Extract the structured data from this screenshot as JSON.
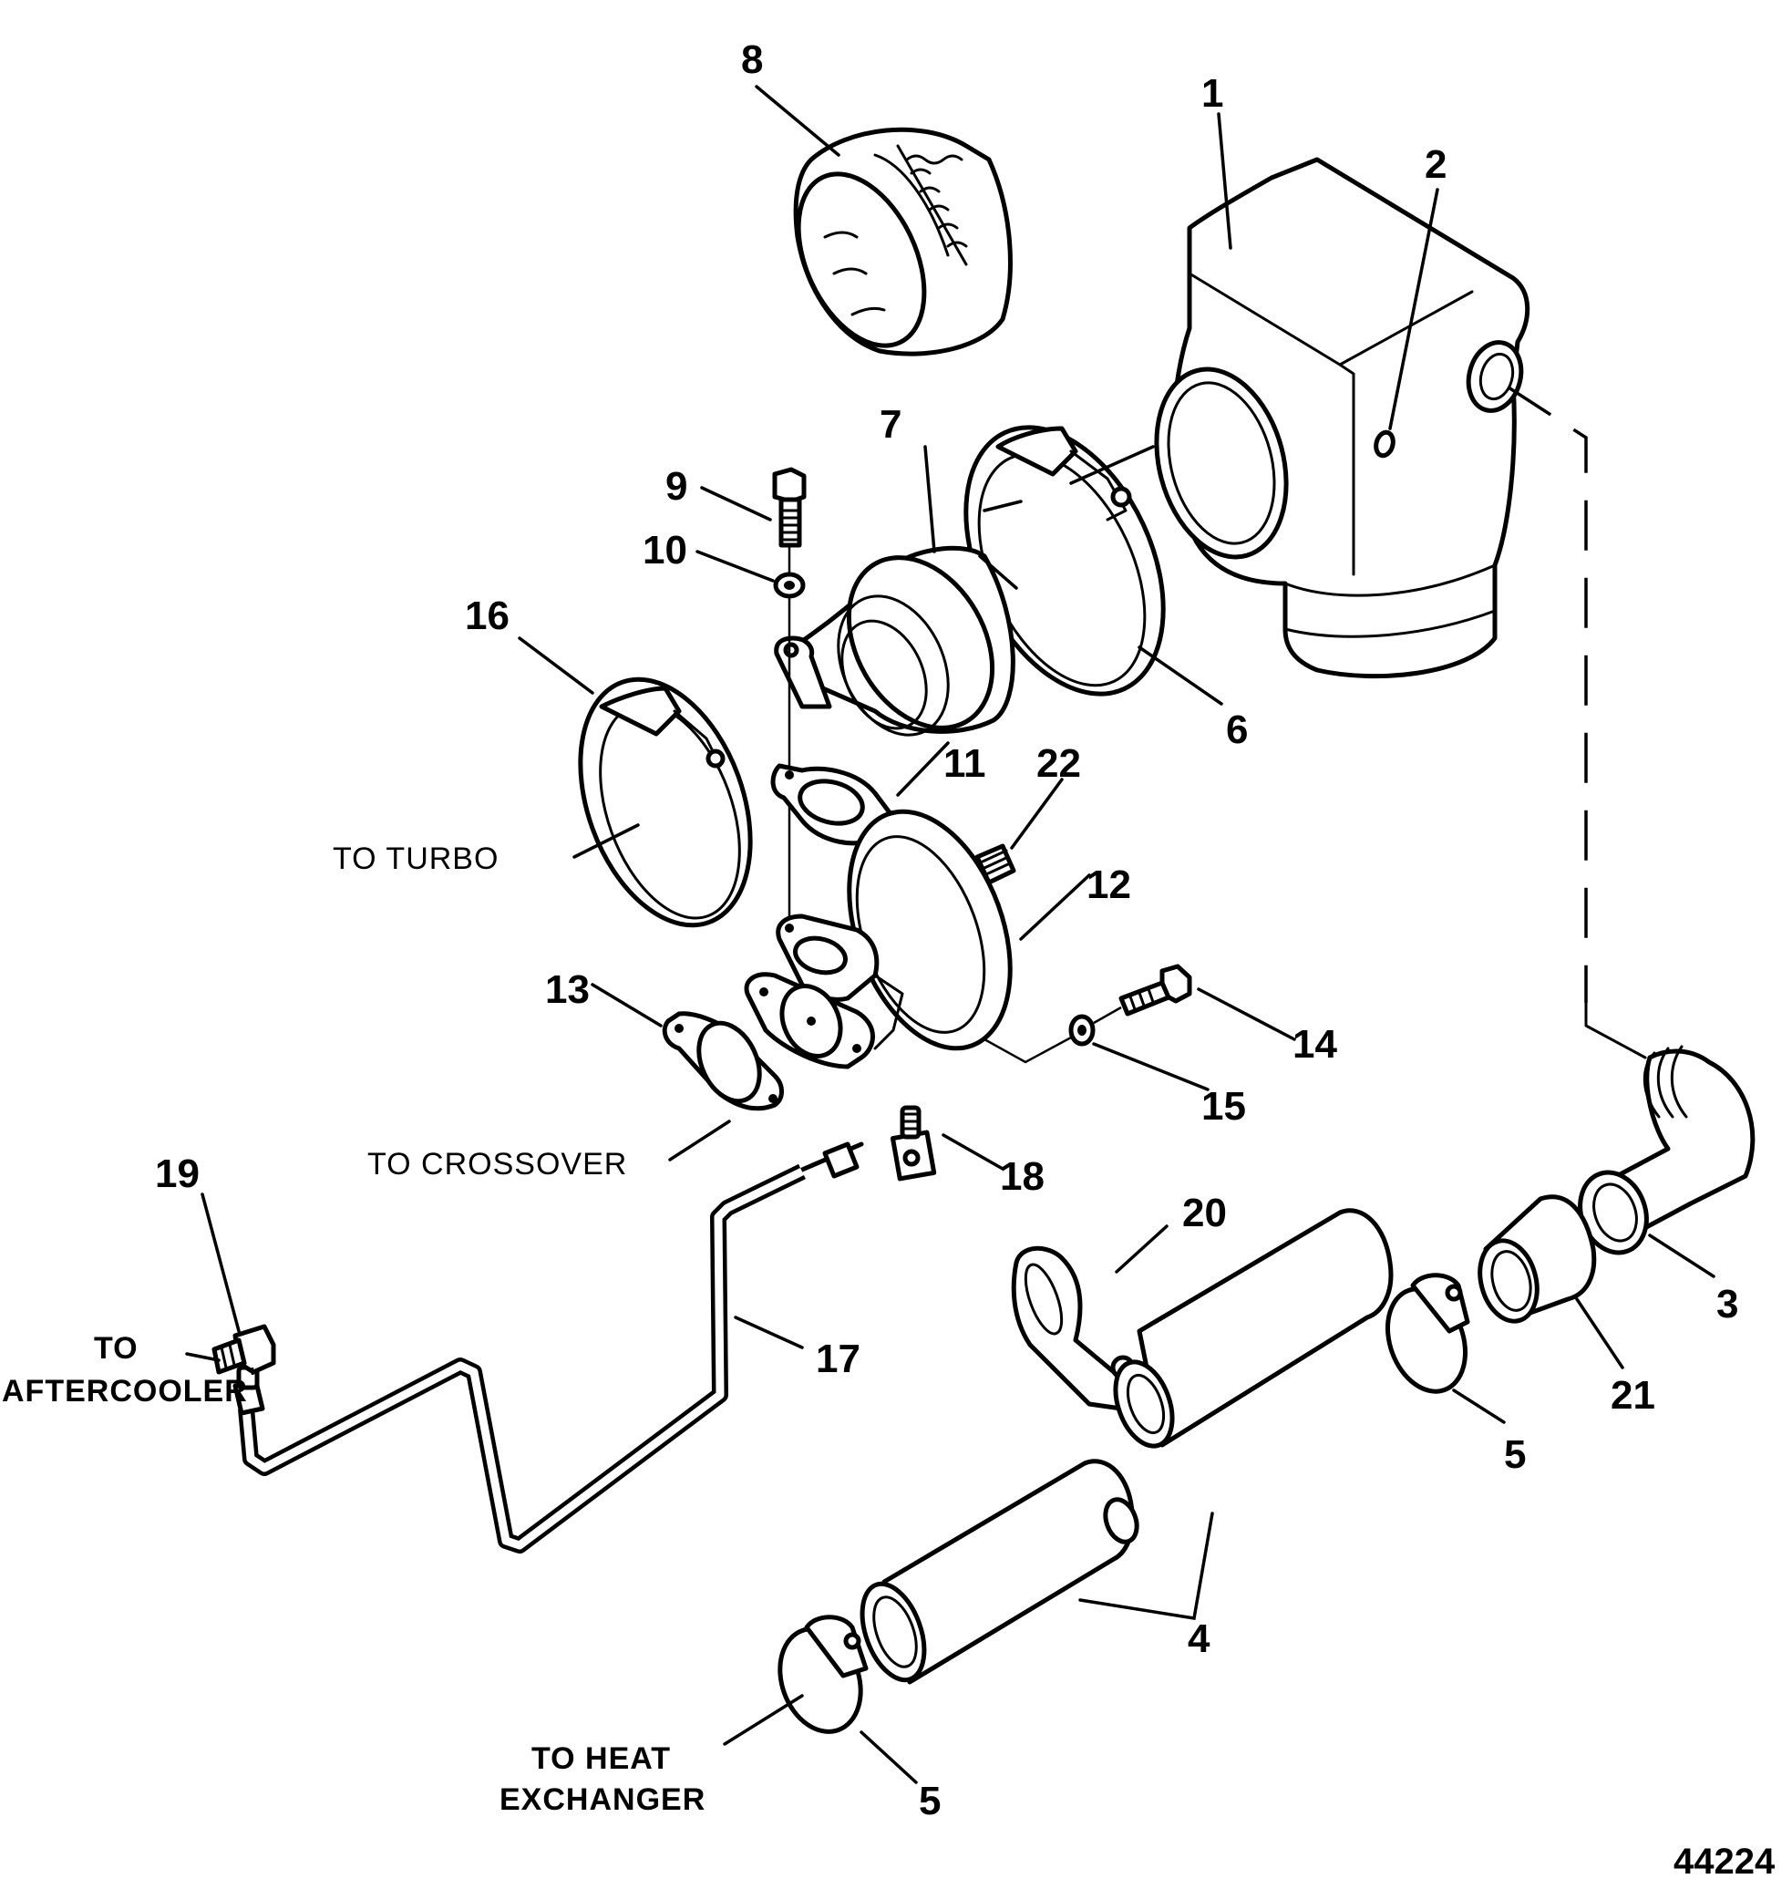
{
  "figure": {
    "type": "exploded parts diagram",
    "subject": "Turbocharger wastegate, exhaust elbow and cooling hose assembly",
    "figure_number": "44224",
    "colors": {
      "line": "#000000",
      "background": "#ffffff"
    }
  },
  "callouts": {
    "c1": "1",
    "c2": "2",
    "c3": "3",
    "c4": "4",
    "c5a": "5",
    "c5b": "5",
    "c6": "6",
    "c7": "7",
    "c8": "8",
    "c9": "9",
    "c10": "10",
    "c11": "11",
    "c12": "12",
    "c13": "13",
    "c14": "14",
    "c15": "15",
    "c16": "16",
    "c17": "17",
    "c18": "18",
    "c19": "19",
    "c20": "20",
    "c21": "21",
    "c22": "22"
  },
  "notes": {
    "to_turbo": "TO TURBO",
    "to_crossover": "TO CROSSOVER",
    "to_aftercooler_line1": "TO",
    "to_aftercooler_line2": "AFTERCOOLER",
    "to_heat_exchanger_line1": "TO HEAT",
    "to_heat_exchanger_line2": "EXCHANGER"
  }
}
